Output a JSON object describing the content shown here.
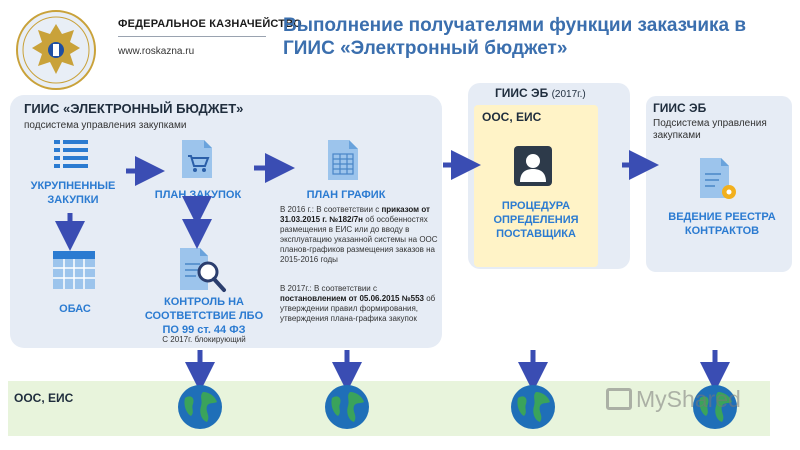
{
  "header": {
    "org_name": "ФЕДЕРАЛЬНОЕ КАЗНАЧЕЙСТВО",
    "org_url": "www.roskazna.ru",
    "title": "Выполнение получателями функции заказчика в ГИИС «Электронный бюджет»"
  },
  "main_panel": {
    "title": "ГИИС «ЭЛЕКТРОННЫЙ БЮДЖЕТ»",
    "subtitle": "подсистема управления закупками",
    "nodes": {
      "consolidated": "УКРУПНЕННЫЕ ЗАКУПКИ",
      "plan": "ПЛАН ЗАКУПОК",
      "schedule": "ПЛАН ГРАФИК",
      "obas": "ОБАС",
      "control": "КОНТРОЛЬ НА СООТВЕТСТВИЕ ЛБО ПО 99 ст. 44 ФЗ",
      "control_note": "С 2017г. блокирующий"
    },
    "note_2016": {
      "pre": "В 2016 г.: В соответствии с ",
      "bold": "приказом от 31.03.2015 г. №182/7н",
      "post": " об особенностях размещения в ЕИС или до вводу в эксплуатацию указанной системы на ООС планов-графиков размещения заказов на 2015-2016 годы"
    },
    "note_2017": {
      "pre": "В 2017г.: В соответствии с ",
      "bold": "постановлением от 05.06.2015 №553",
      "post": " об утверждении правил формирования, утверждения плана-графика закупок"
    }
  },
  "mid_panel": {
    "title": "ГИИС ЭБ",
    "title_year": "(2017г.)",
    "inner_title": "ООС, ЕИС",
    "label": "ПРОЦЕДУРА ОПРЕДЕЛЕНИЯ ПОСТАВЩИКА"
  },
  "right_panel": {
    "title": "ГИИС ЭБ",
    "subtitle": "Подсистема управления закупками",
    "label": "ВЕДЕНИЕ РЕЕСТРА КОНТРАКТОВ"
  },
  "bottom_band": {
    "label": "ООС, ЕИС"
  },
  "watermark": "MyShared",
  "colors": {
    "title": "#3b6fae",
    "label": "#2b7bd1",
    "arrow": "#3a4db3",
    "panel": "#e6ecf5",
    "highlight": "#fff3c7",
    "band": "#e8f4dc"
  },
  "icons": {
    "emblem": "double-headed-eagle-emblem",
    "list": "list-icon",
    "cart_doc": "cart-document-icon",
    "sheet_doc": "spreadsheet-document-icon",
    "table": "table-grid-icon",
    "search_doc": "magnifier-document-icon",
    "user": "user-icon",
    "gear_doc": "gear-document-icon",
    "globe": "globe-icon"
  }
}
